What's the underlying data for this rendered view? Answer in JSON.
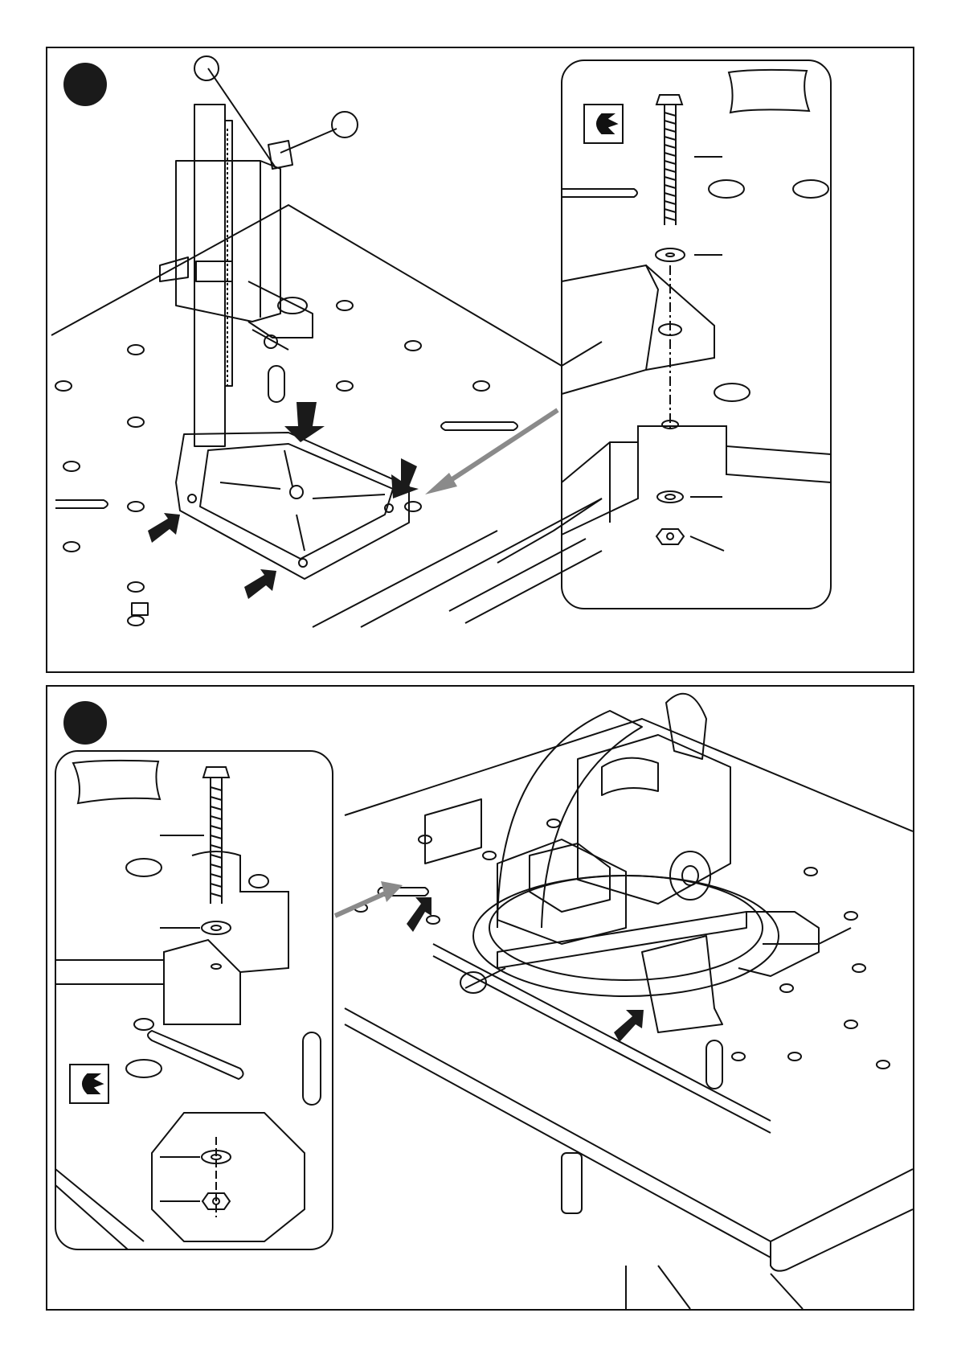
{
  "figures": [
    {
      "step": "",
      "subject": "drill-stand-on-workbench",
      "icons": [
        "wrench-icon",
        "fixing-bag-icon"
      ],
      "callout_arrows": 4,
      "detail_parts": [
        "bolt",
        "washer",
        "washer",
        "nut"
      ]
    },
    {
      "step": "",
      "subject": "mitre-saw-on-workbench",
      "icons": [
        "wrench-icon",
        "fixing-bag-icon"
      ],
      "callout_arrows": 2,
      "detail_parts": [
        "bolt",
        "washer",
        "washer",
        "nut"
      ]
    }
  ],
  "colors": {
    "line": "#111111",
    "arrow_fill": "#1a1a1a",
    "pointer_arrow": "#8a8a8a",
    "background": "#ffffff"
  }
}
